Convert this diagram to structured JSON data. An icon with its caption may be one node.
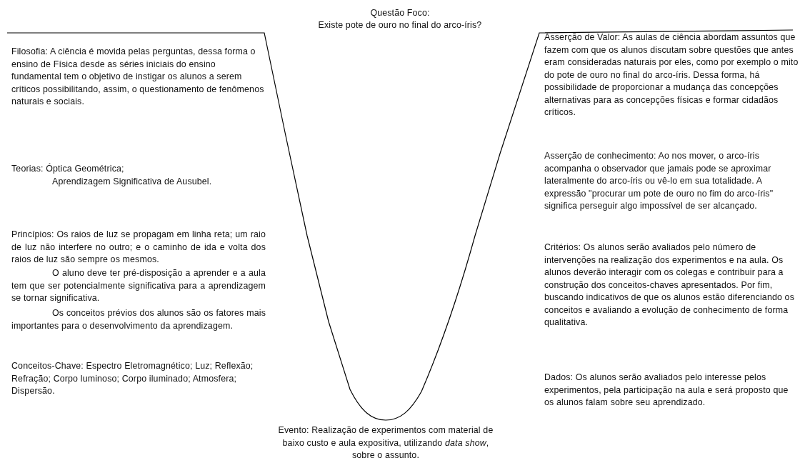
{
  "diagram": {
    "labels": [
      "Questão Foco:",
      "Existe pote de ouro no final do arco-íris?",
      "Filosofia: A ciência é movida pelas perguntas, dessa forma o ensino de Física desde as séries iniciais do ensino fundamental tem o objetivo de instigar os alunos a serem críticos possibilitando, assim, o questionamento de fenômenos naturais e sociais.",
      "Teorias: Óptica Geométrica;",
      "Aprendizagem Significativa de Ausubel.",
      "Princípios: Os raios de luz se propagam em linha reta; um raio de luz não interfere no outro; e o caminho de ida e volta dos raios de luz são sempre os mesmos.",
      "O aluno deve ter pré-disposição a aprender e a aula tem que ser potencialmente significativa para a aprendizagem se tornar significativa.",
      "Os conceitos prévios dos alunos são os fatores mais importantes para o desenvolvimento da aprendizagem.",
      "Conceitos-Chave: Espectro Eletromagnético; Luz; Reflexão; Refração; Corpo luminoso; Corpo iluminado; Atmosfera; Dispersão.",
      "Asserção de Valor: As aulas de ciência abordam assuntos que fazem com que os alunos discutam sobre questões que antes eram consideradas naturais por eles, como por exemplo o mito do pote de ouro no final do arco-íris. Dessa forma, há possibilidade de proporcionar a mudança das concepções alternativas para as concepções físicas e formar cidadãos críticos.",
      "Asserção de conhecimento: Ao nos mover, o arco-íris acompanha o observador que jamais pode se aproximar lateralmente do arco-íris ou vê-lo em sua totalidade. A expressão \"procurar um pote de ouro no fim do arco-íris\" significa perseguir algo impossível de ser alcançado.",
      "Critérios: Os alunos serão avaliados pelo número de intervenções na realização dos experimentos e na aula. Os alunos deverão interagir com os colegas e contribuir para a construção dos conceitos-chaves apresentados. Por fim, buscando indicativos de que os alunos estão diferenciando os conceitos e avaliando a evolução de conhecimento de forma qualitativa.",
      "Dados: Os alunos serão avaliados pelo interesse pelos experimentos, pela participação na aula e será proposto que os alunos falam sobre seu aprendizado.",
      "Evento: Realização de experimentos com material de baixo custo e aula expositiva, utilizando *data show*, sobre o assunto."
    ]
  }
}
